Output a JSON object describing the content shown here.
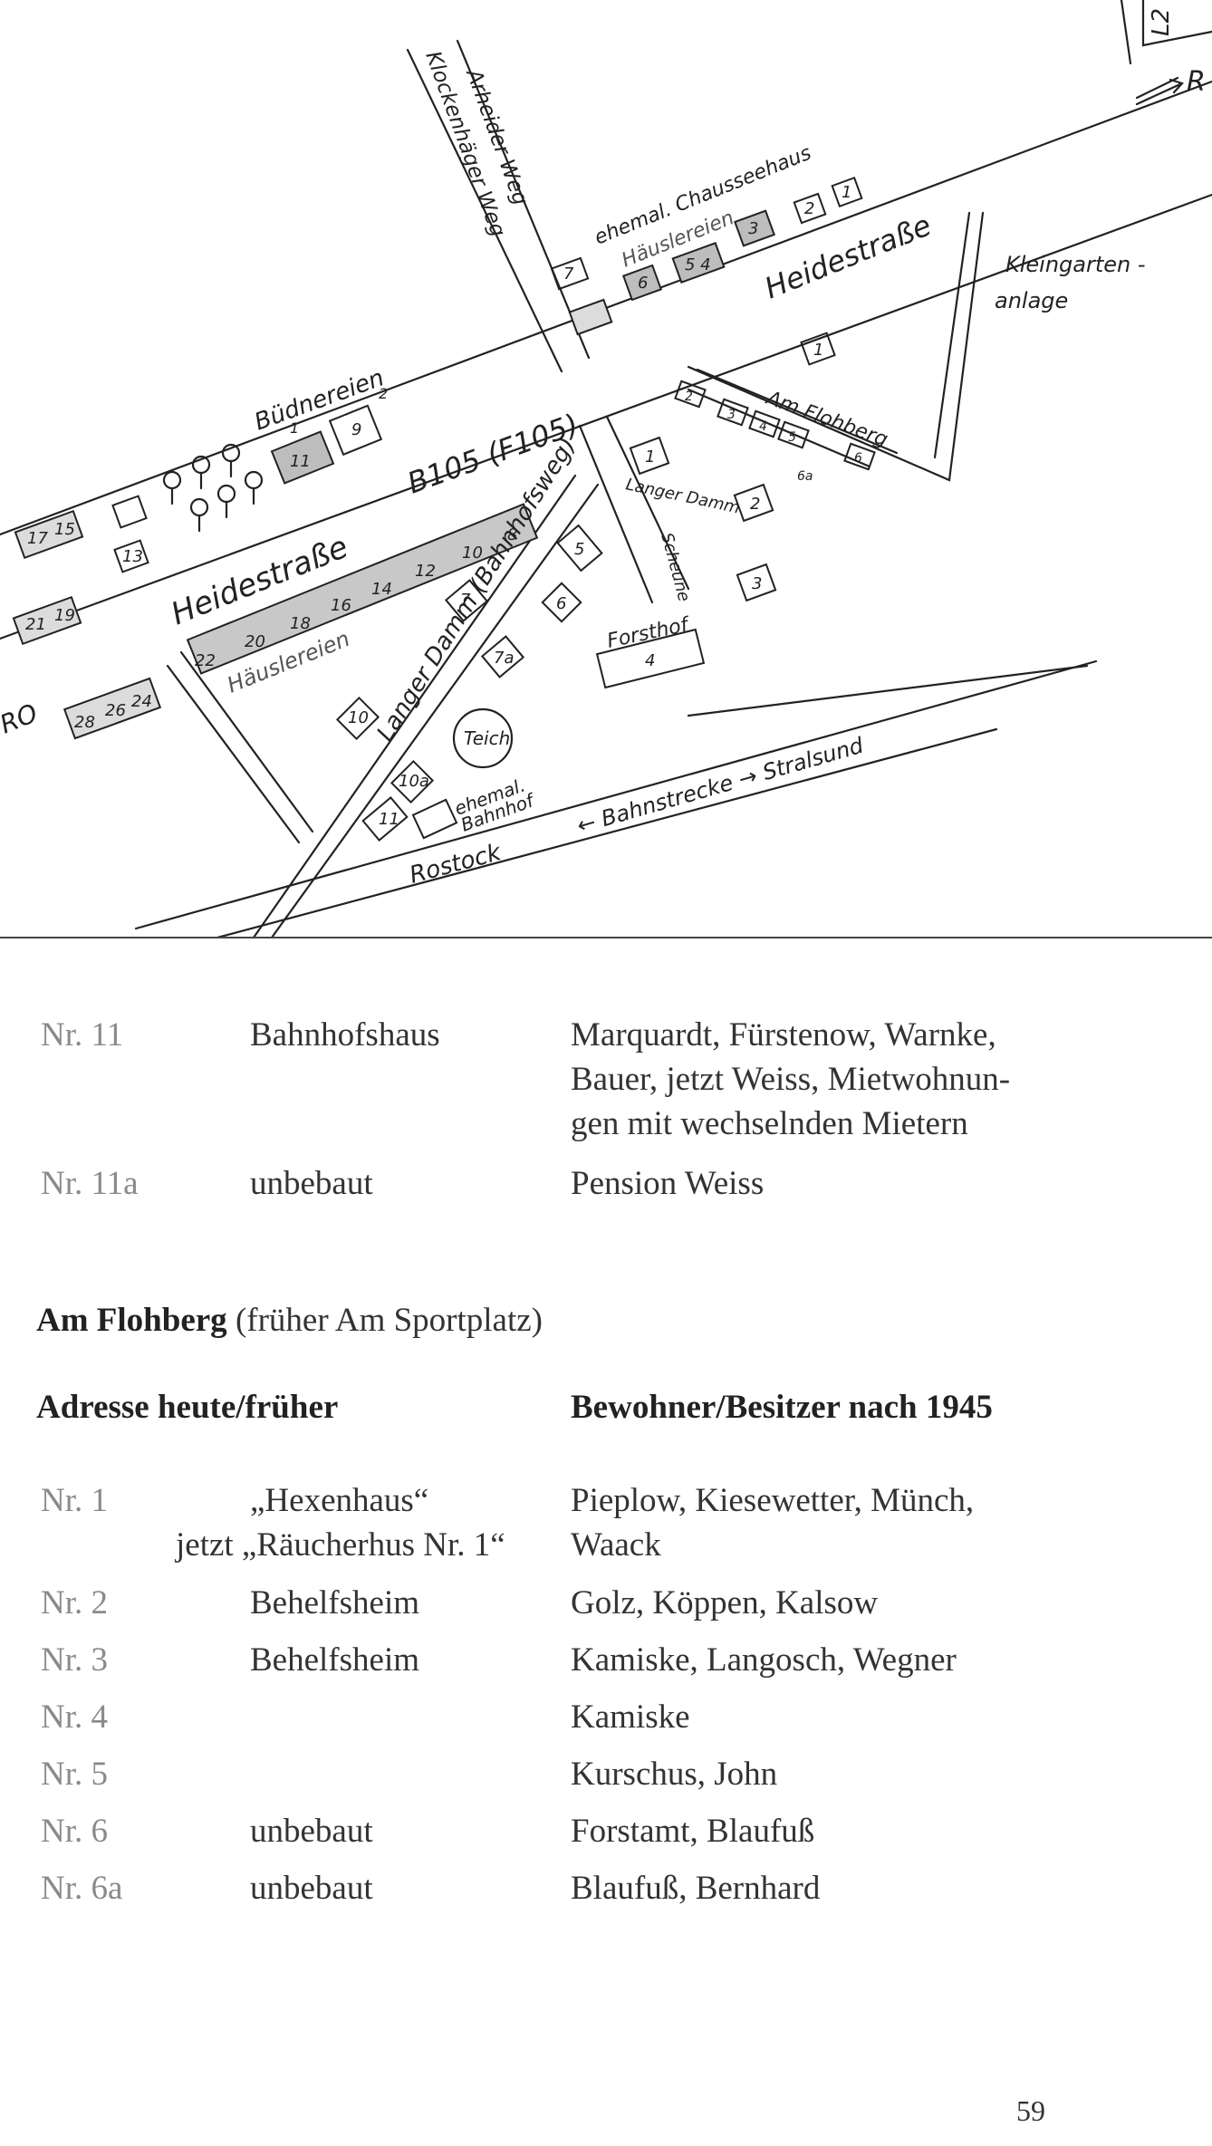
{
  "map": {
    "labels": {
      "l2x": "L2",
      "r_arrow": "R",
      "arheider": "Arheider Weg",
      "klockenhaeger": "Klockenhäger Weg",
      "chaussee": "ehemal. Chausseehaus",
      "haeuslereien_top": "Häuslereien",
      "heidestrasse_right": "Heidestraße",
      "kleingarten1": "Kleingarten -",
      "kleingarten2": "anlage",
      "buednereien": "Büdnereien",
      "b105": "B105 (F105)",
      "heidestrasse_left": "Heidestraße",
      "haeuslereien_bottom": "Häuslereien",
      "am_flohberg": "Am Flohberg",
      "langer_damm_small": "Langer Damm",
      "scheune": "Scheune",
      "forsthof": "Forsthof",
      "langer_damm_big": "Langer Damm (Bahnhofsweg)",
      "teich": "Teich",
      "bahnhof1": "ehemal.",
      "bahnhof2": "Bahnhof",
      "bahnstrecke": "← Bahnstrecke → Stralsund",
      "rostock": "Rostock",
      "ro": "RO"
    },
    "boxes": {
      "b7": "7",
      "b6": "6",
      "b54": "5 4",
      "b3": "3",
      "b2": "2",
      "b1": "1",
      "b1r": "1",
      "b11": "11",
      "b9": "9",
      "bn1": "1",
      "bn2": "2",
      "b13": "13",
      "b17": "17",
      "b15": "15",
      "b21": "21",
      "b19": "19",
      "b28": "28",
      "b26": "26",
      "b24": "24",
      "b22": "22",
      "b20": "20",
      "b18": "18",
      "b16": "16",
      "b14": "14",
      "b12": "12",
      "b10": "10",
      "b8": "8",
      "f2": "2",
      "f3": "3",
      "f4": "4",
      "f5": "5",
      "f6": "6",
      "f6a": "6a",
      "f6r": "6",
      "l1": "1",
      "l2": "2",
      "l3": "3",
      "fh4": "4",
      "d7": "7",
      "d5": "5",
      "d6": "6",
      "d7a": "7a",
      "d10": "10",
      "d10a": "10a",
      "d11": "11"
    }
  },
  "rows_top": [
    {
      "nr": "Nr. 11",
      "name": "Bahnhofshaus",
      "residents": [
        "Marquardt, Fürstenow, Warnke,",
        "Bauer, jetzt Weiss, Mietwohnun-",
        "gen mit wechselnden Mietern"
      ]
    },
    {
      "nr": "Nr. 11a",
      "name": "unbebaut",
      "residents": [
        "Pension Weiss"
      ]
    }
  ],
  "section": {
    "title_initial": "A",
    "title_rest": "m Flohberg",
    "title_note": " (früher Am Sportplatz)",
    "header_initial": "Ad",
    "header_rest": "resse heute/früher",
    "header_right": "Bewohner/Besitzer nach 1945"
  },
  "rows": [
    {
      "nr": "Nr. 1",
      "name": "„Hexenhaus“",
      "name2": "jetzt „Räucherhus Nr. 1“",
      "residents": [
        "Pieplow, Kiesewetter, Münch,",
        "Waack"
      ]
    },
    {
      "nr": "Nr. 2",
      "name": "Behelfsheim",
      "residents": [
        "Golz, Köppen, Kalsow"
      ]
    },
    {
      "nr": "Nr. 3",
      "name": "Behelfsheim",
      "residents": [
        "Kamiske, Langosch, Wegner"
      ]
    },
    {
      "nr": "Nr. 4",
      "name": "",
      "residents": [
        "Kamiske"
      ]
    },
    {
      "nr": "Nr. 5",
      "name": "",
      "residents": [
        "Kurschus, John"
      ]
    },
    {
      "nr": "Nr. 6",
      "name": "unbebaut",
      "residents": [
        "Forstamt, Blaufuß"
      ]
    },
    {
      "nr": "Nr. 6a",
      "name": "unbebaut",
      "residents": [
        "Blaufuß, Bernhard"
      ]
    }
  ],
  "page_number": "59"
}
